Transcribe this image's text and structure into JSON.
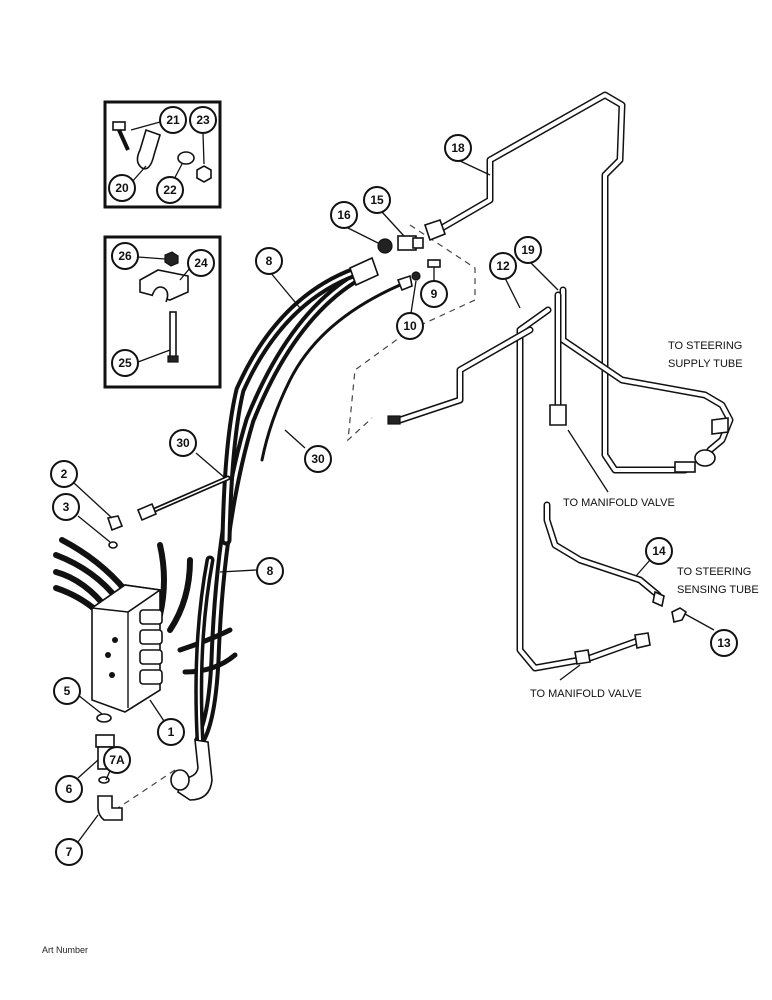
{
  "callouts": {
    "c1": "1",
    "c2": "2",
    "c3": "3",
    "c5": "5",
    "c6": "6",
    "c7": "7",
    "c7a": "7A",
    "c8a": "8",
    "c8b": "8",
    "c9": "9",
    "c10": "10",
    "c12": "12",
    "c13": "13",
    "c14": "14",
    "c15": "15",
    "c16": "16",
    "c18": "18",
    "c19": "19",
    "c20": "20",
    "c21": "21",
    "c22": "22",
    "c23": "23",
    "c24": "24",
    "c25": "25",
    "c26": "26",
    "c30a": "30",
    "c30b": "30"
  },
  "labels": {
    "steering_supply_line1": "TO STEERING",
    "steering_supply_line2": "SUPPLY TUBE",
    "manifold_valve_upper": "TO MANIFOLD VALVE",
    "steering_sensing_line1": "TO STEERING",
    "steering_sensing_line2": "SENSING TUBE",
    "manifold_valve_lower": "TO MANIFOLD VALVE",
    "art_number": "Art Number"
  }
}
